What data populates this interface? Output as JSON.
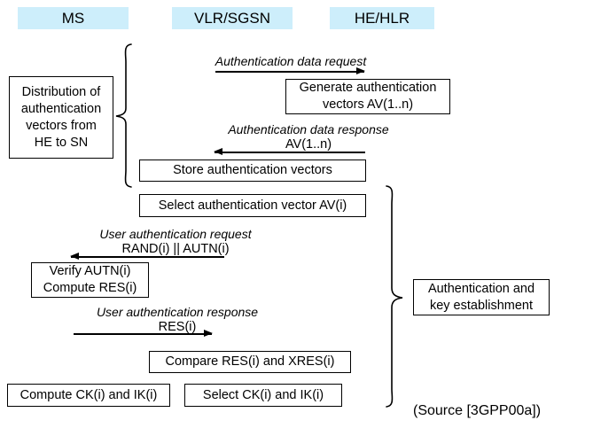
{
  "diagram": {
    "title_note": "(Source [3GPP00a])",
    "lanes": [
      {
        "id": "ms",
        "label": "MS"
      },
      {
        "id": "vlr_sgsn",
        "label": "VLR/SGSN"
      },
      {
        "id": "he_hlr",
        "label": "HE/HLR"
      }
    ],
    "phases": [
      {
        "id": "distribution",
        "label_lines": [
          "Distribution of",
          "authentication",
          "vectors from",
          "HE to SN"
        ]
      },
      {
        "id": "auth_key_establishment",
        "label_lines": [
          "Authentication and",
          "key establishment"
        ]
      }
    ],
    "messages": [
      {
        "id": "auth-data-request",
        "label": "Authentication data request",
        "sub": "",
        "direction": "right",
        "from": "vlr_sgsn",
        "to": "he_hlr"
      },
      {
        "id": "auth-data-response",
        "label": "Authentication data response",
        "sub": "AV(1..n)",
        "direction": "left",
        "from": "he_hlr",
        "to": "vlr_sgsn"
      },
      {
        "id": "user-auth-request",
        "label": "User authentication request",
        "sub": "RAND(i) || AUTN(i)",
        "direction": "left",
        "from": "vlr_sgsn",
        "to": "ms"
      },
      {
        "id": "user-auth-response",
        "label": "User authentication response",
        "sub": "RES(i)",
        "direction": "right",
        "from": "ms",
        "to": "vlr_sgsn"
      }
    ],
    "actions": [
      {
        "id": "generate-av",
        "lane": "he_hlr",
        "lines": [
          "Generate authentication",
          "vectors AV(1..n)"
        ]
      },
      {
        "id": "store-av",
        "lane": "vlr_sgsn",
        "lines": [
          "Store authentication vectors"
        ]
      },
      {
        "id": "select-av",
        "lane": "vlr_sgsn",
        "lines": [
          "Select authentication vector AV(i)"
        ]
      },
      {
        "id": "verify-autn",
        "lane": "ms",
        "lines": [
          "Verify AUTN(i)",
          "Compute RES(i)"
        ]
      },
      {
        "id": "compare-res",
        "lane": "vlr_sgsn",
        "lines": [
          "Compare RES(i) and XRES(i)"
        ]
      },
      {
        "id": "compute-keys",
        "lane": "ms",
        "lines": [
          "Compute CK(i) and IK(i)"
        ]
      },
      {
        "id": "select-keys",
        "lane": "vlr_sgsn",
        "lines": [
          "Select CK(i) and IK(i)"
        ]
      }
    ]
  },
  "colors": {
    "lane_header_bg": "#cdeefb",
    "stroke": "#000000",
    "background": "#ffffff"
  }
}
